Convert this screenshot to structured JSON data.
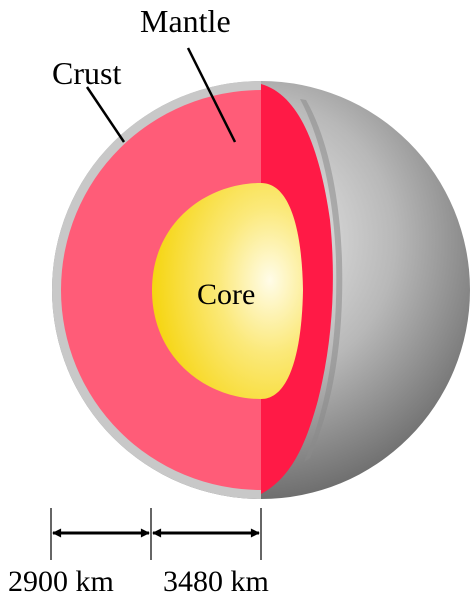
{
  "labels": {
    "mantle": "Mantle",
    "crust": "Crust",
    "core": "Core",
    "mantle_thickness": "2900 km",
    "core_radius": "3480 km"
  },
  "colors": {
    "crust": "#c8c8c8",
    "mantle_face": "#ff5c78",
    "mantle_cut": "#ff1a46",
    "core_inner": "#fffce8",
    "core_outer": "#f5d200",
    "sphere_light": "#f2f2f2",
    "sphere_dark": "#6f6f6f",
    "line": "#000000"
  },
  "icons": {
    "left_arrow": "double-headed-arrow",
    "right_arrow": "double-headed-arrow"
  }
}
